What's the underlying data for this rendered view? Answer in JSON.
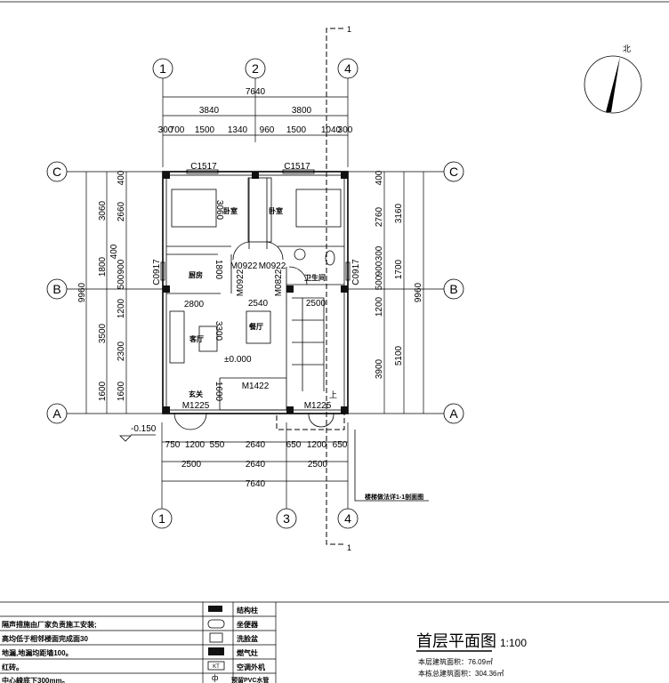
{
  "plan": {
    "axes_top": [
      "1",
      "2",
      "4"
    ],
    "axes_bottom": [
      "1",
      "3",
      "4"
    ],
    "axes_side": [
      "C",
      "B",
      "A"
    ],
    "top_dims": {
      "total": "7640",
      "mid": [
        "3840",
        "3800"
      ],
      "small": [
        "300",
        "700",
        "1500",
        "1340",
        "960",
        "1500",
        "1040",
        "300"
      ]
    },
    "bottom_dims": {
      "total": "7640",
      "mid": [
        "2500",
        "2640",
        "2500"
      ],
      "small": [
        "750",
        "1200",
        "550",
        "2640",
        "650",
        "1200",
        "650"
      ]
    },
    "left_dims": {
      "total": "9960",
      "mid": [
        "3060",
        "1800",
        "3500",
        "1600"
      ],
      "small": [
        "400",
        "2660",
        "400",
        "900",
        "500",
        "1200",
        "2300",
        "1600"
      ]
    },
    "right_dims": {
      "total": "9960",
      "mid": [
        "3160",
        "1700",
        "5100"
      ],
      "small": [
        "400",
        "2760",
        "300",
        "900",
        "500",
        "1200",
        "3900"
      ]
    },
    "rooms": {
      "bedroom1": "卧室",
      "bedroom2": "卧室",
      "kitchen": "厨房",
      "bathroom": "卫生间",
      "living": "客厅",
      "dining": "餐厅",
      "foyer": "玄关"
    },
    "openings": {
      "win_c1": "C1517",
      "win_c2": "C1517",
      "win_left": "C0917",
      "win_right": "C0917",
      "door1": "M0922",
      "door2": "M0922",
      "door3": "M0922",
      "door4": "M0822",
      "door_m1422": "M1422",
      "door_front": "M1225",
      "door_stair": "M1225"
    },
    "inner_dims": {
      "d3060": "3060",
      "d1800": "1800",
      "d2800": "2800",
      "d2540": "2540",
      "d2500": "2500",
      "d3300": "3300",
      "d1600": "1600"
    },
    "levels": {
      "floor": "±0.000",
      "outside": "-0.150"
    },
    "stair_up": "上",
    "section_mark": "1",
    "stair_note": "楼梯做法详1-1剖面图",
    "north": "北"
  },
  "notes": [
    "隔声措施由厂家负责施工安装;",
    "高均低于相邻楼面完成面30",
    "地漏,地漏均距墙100。",
    "红砖。",
    "中心線底下300mm。"
  ],
  "legend": [
    {
      "icon": "structural-column-icon",
      "label": "结构柱"
    },
    {
      "icon": "toilet-icon",
      "label": "坐便器"
    },
    {
      "icon": "washbasin-icon",
      "label": "洗脸盆"
    },
    {
      "icon": "gas-stove-icon",
      "label": "燃气灶"
    },
    {
      "icon": "ac-unit-icon",
      "label": "空调外机",
      "tag": "KT"
    },
    {
      "icon": "pvc-pipe-icon",
      "label": "预留PVC水管"
    }
  ],
  "title": {
    "name": "首层平面图",
    "scale": "1:100",
    "area_floor": "本层建筑面积：76.09㎡",
    "area_total": "本栋总建筑面积：304.36㎡"
  }
}
